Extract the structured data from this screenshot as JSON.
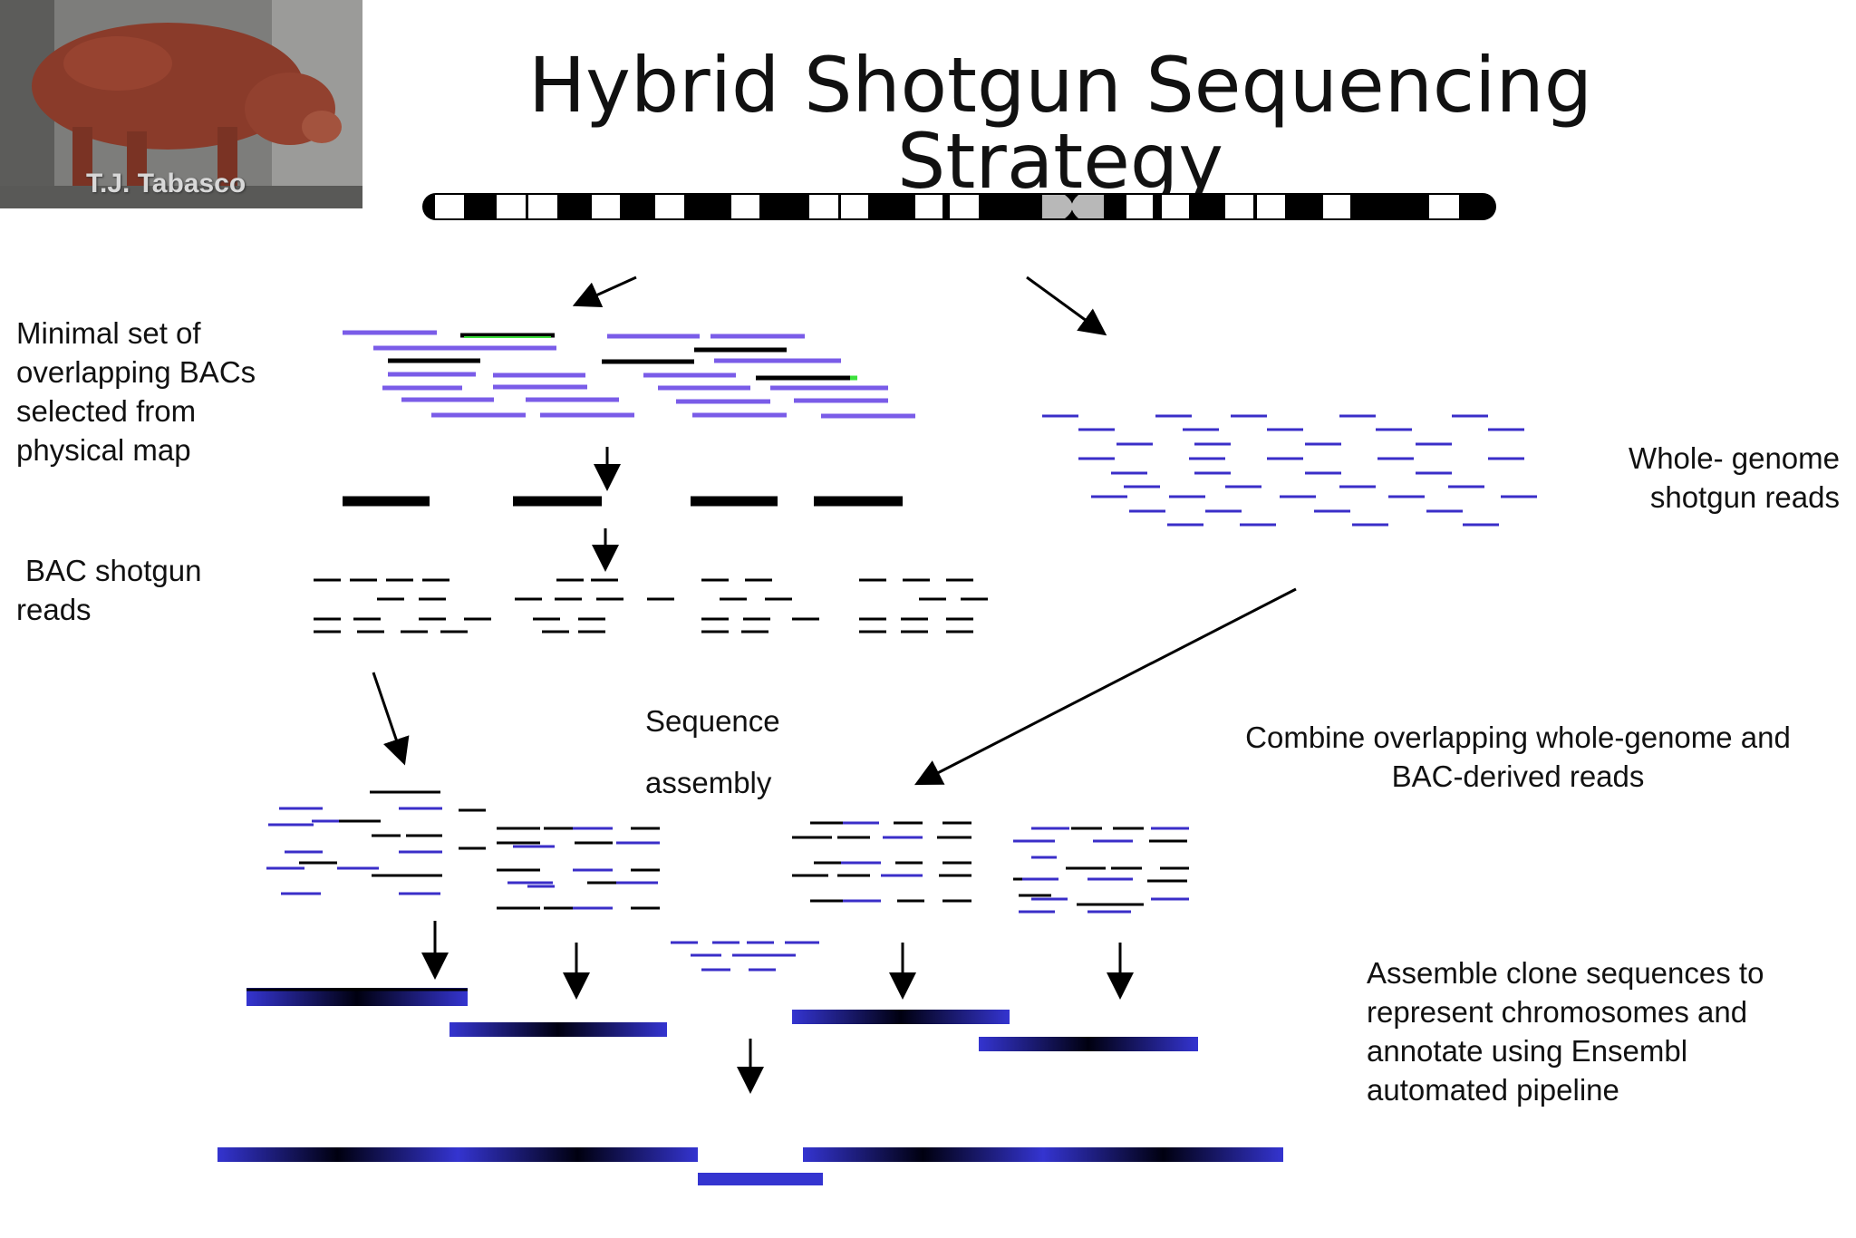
{
  "title": "Hybrid Shotgun Sequencing Strategy",
  "photo": {
    "caption": "T.J. Tabasco",
    "subject": "pig"
  },
  "labels": {
    "bac_minimal": [
      "Minimal set of",
      "overlapping BACs",
      "selected from",
      "physical map"
    ],
    "bac_shotgun": [
      "BAC shotgun",
      "reads"
    ],
    "wgs": [
      "Whole- genome",
      "shotgun reads"
    ],
    "sequence_assembly": [
      "Sequence",
      "assembly"
    ],
    "combine": [
      "Combine overlapping whole-genome and",
      "BAC-derived reads"
    ],
    "assemble": [
      "Assemble clone sequences to",
      "represent chromosomes and",
      "annotate using Ensembl",
      "automated pipeline"
    ]
  },
  "colors": {
    "bac_line": "#7a5ce8",
    "wgs_read": "#3a2ec8",
    "black": "#000000",
    "green_tip": "#3ce03c",
    "contig_blue": "#3434d0",
    "centromere": "#b8b8b8"
  }
}
